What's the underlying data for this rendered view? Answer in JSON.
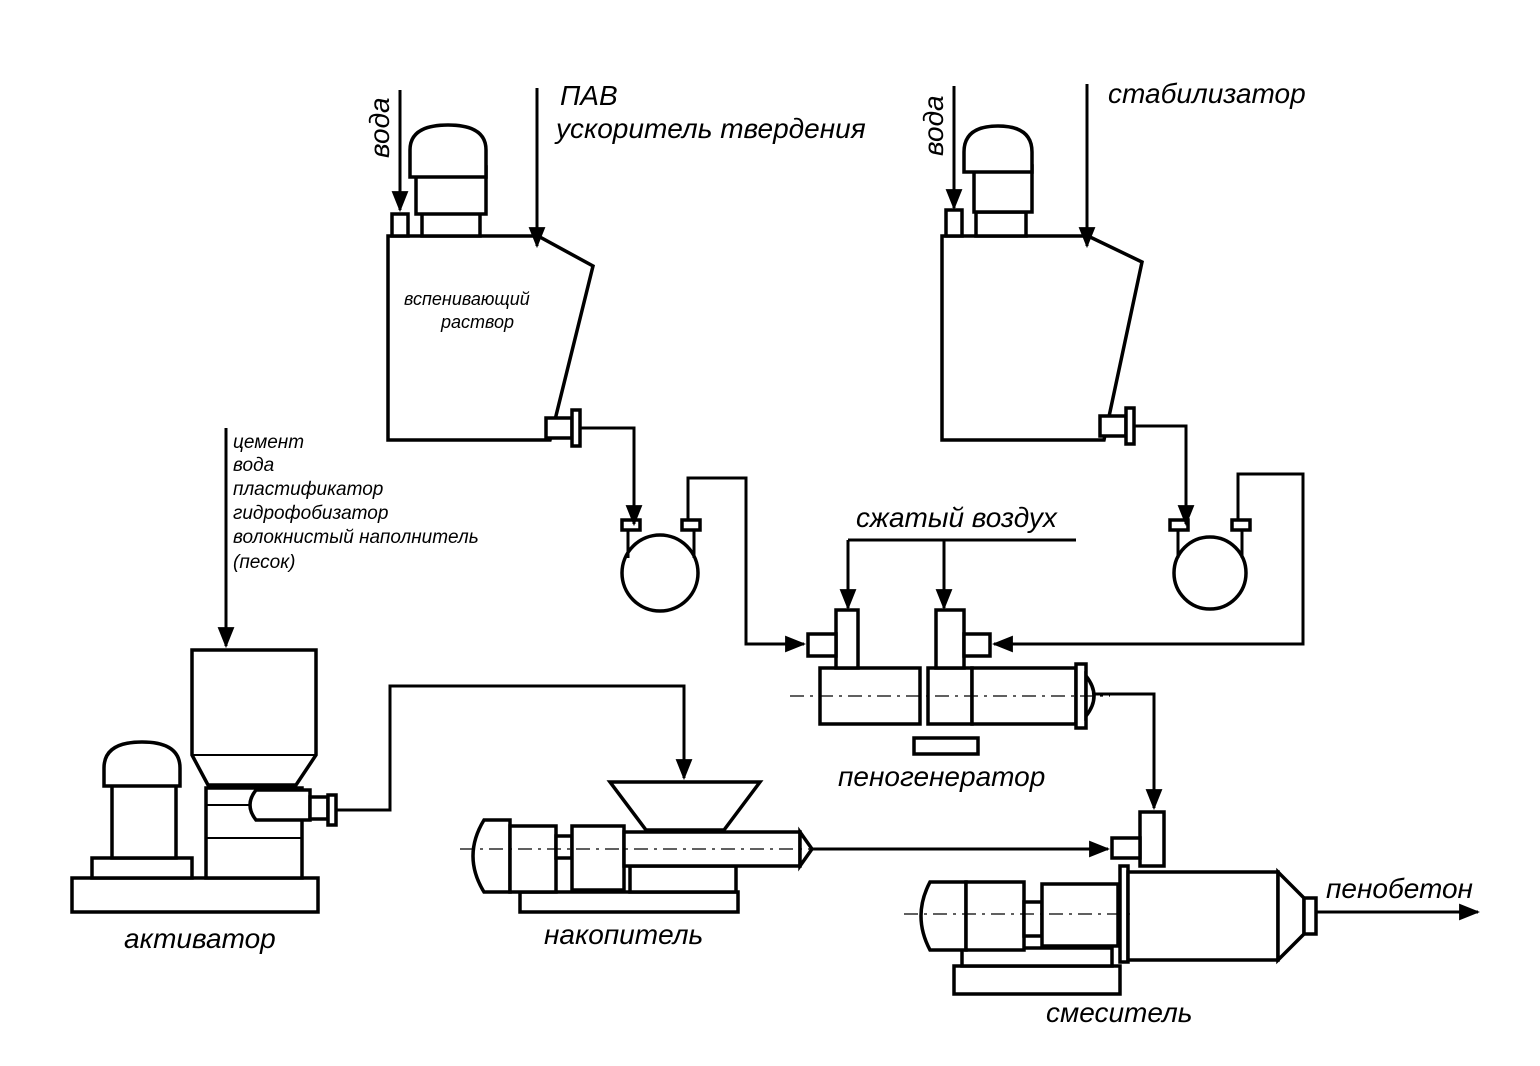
{
  "labels": {
    "voda_left": "вода",
    "pav": "ПАВ",
    "uskoritel": "ускоритель твердения",
    "vspenivayushchiy": "вспенивающий",
    "rastvor": "раствор",
    "voda_right": "вода",
    "stabilizator": "стабилизатор",
    "szhatyy_vozdukh": "сжатый воздух",
    "penogenerator": "пеногенератор",
    "aktivator": "активатор",
    "nakopitel": "накопитель",
    "smesitel": "смеситель",
    "penobeton": "пенобетон"
  },
  "ingredients": [
    "цемент",
    "вода",
    "пластификатор",
    "гидрофобизатор",
    "волокнистый наполнитель",
    "(песок)"
  ]
}
